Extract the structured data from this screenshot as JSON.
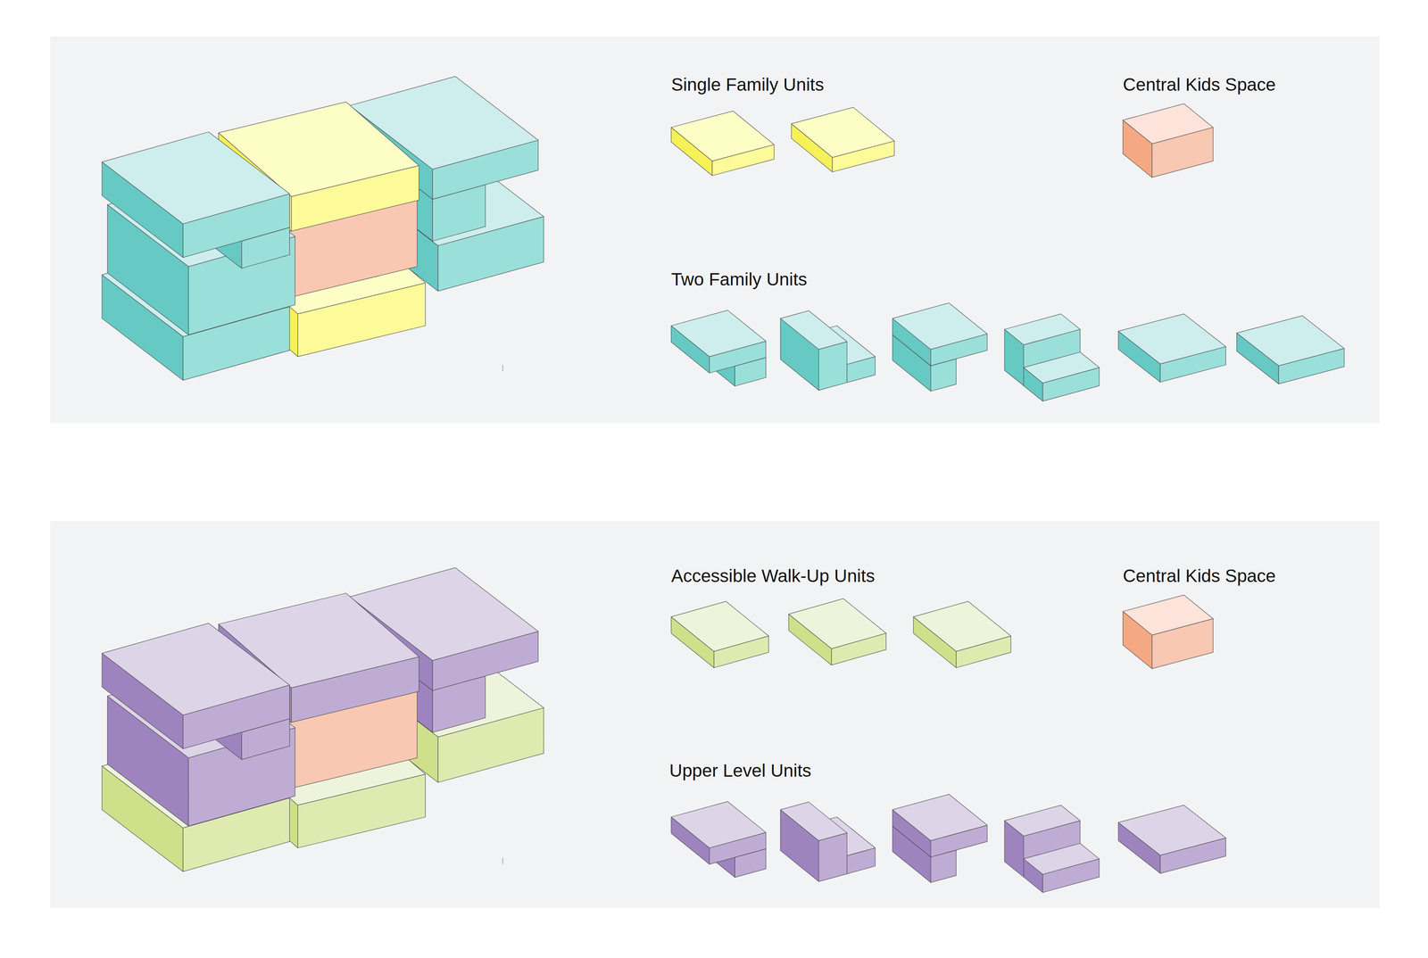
{
  "diagram": {
    "labels": [
      "Single Family Units",
      "Central Kids Space",
      "Two Family Units",
      "Accessible Walk-Up Units",
      "Central Kids Space",
      "Upper Level Units"
    ]
  }
}
